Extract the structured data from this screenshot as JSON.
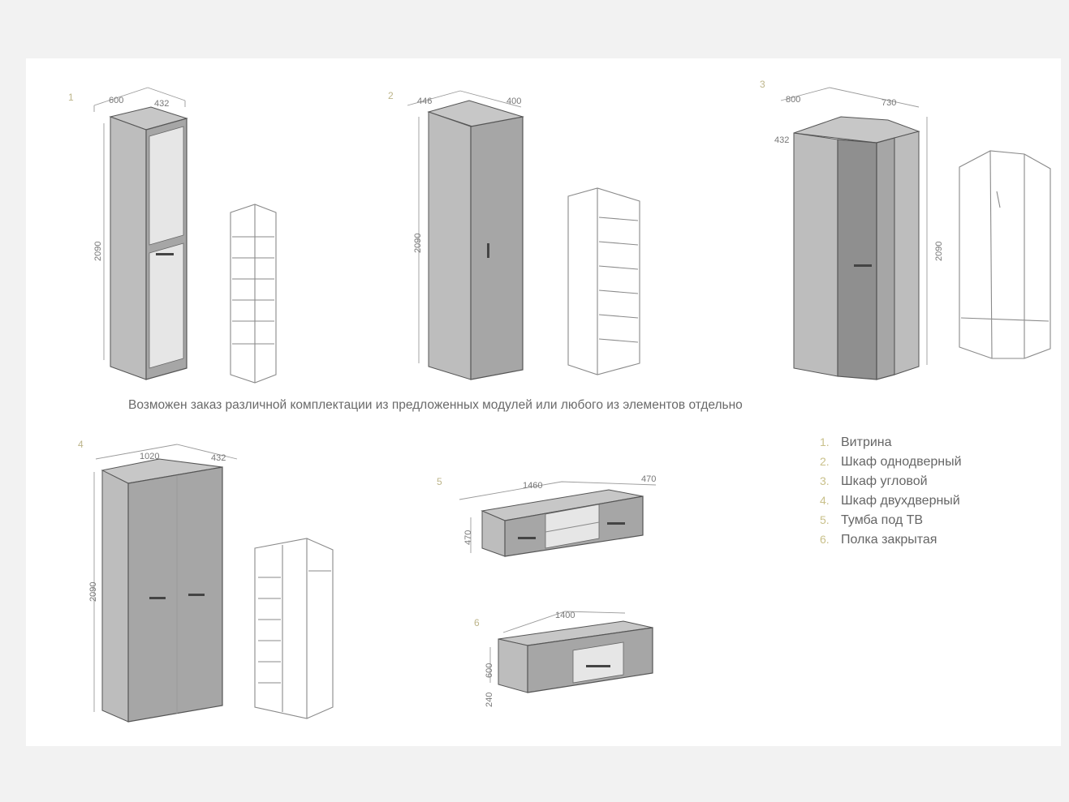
{
  "modules": [
    {
      "id": "m1",
      "number": "1",
      "width": "600",
      "depth": "432",
      "height": "2090"
    },
    {
      "id": "m2",
      "number": "2",
      "width": "446",
      "depth": "400",
      "height": "2090"
    },
    {
      "id": "m3",
      "number": "3",
      "width": "800",
      "depth": "730",
      "side": "432",
      "height": "2090"
    },
    {
      "id": "m4",
      "number": "4",
      "width": "1020",
      "depth": "432",
      "height": "2090"
    },
    {
      "id": "m5",
      "number": "5",
      "width": "1460",
      "depth": "470",
      "height": "470"
    },
    {
      "id": "m6",
      "number": "6",
      "width": "1400",
      "height": "600",
      "leg": "240"
    }
  ],
  "caption": "Возможен заказ различной комплектации из предложенных модулей или любого из элементов отдельно",
  "legend": [
    {
      "number": "1.",
      "label": "Витрина"
    },
    {
      "number": "2.",
      "label": "Шкаф однодверный"
    },
    {
      "number": "3.",
      "label": "Шкаф угловой"
    },
    {
      "number": "4.",
      "label": "Шкаф двухдверный"
    },
    {
      "number": "5.",
      "label": "Тумба под ТВ"
    },
    {
      "number": "6.",
      "label": "Полка закрытая"
    }
  ]
}
